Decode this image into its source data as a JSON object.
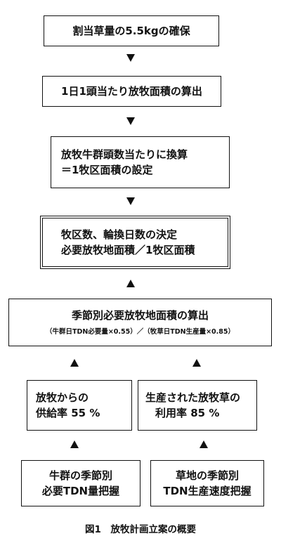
{
  "boxes": {
    "target_intake": {
      "line1": "割当草量の5.5kgの確保"
    },
    "daily_area": {
      "line1": "1日1頭当たり放牧面積の算出"
    },
    "paddock_area": {
      "line1": "放牧牛群頭数当たりに換算",
      "line2": "＝1牧区面積の設定"
    },
    "decision": {
      "line1": "牧区数、輪換日数の決定",
      "line2": "必要放牧地面積／1牧区面積"
    },
    "seasonal_area": {
      "line1": "季節別必要放牧地面積の算出",
      "formula": "（牛群日TDN必要量×0.55）／（牧草日TDN生産量×0.85）"
    },
    "supply_rate": {
      "line1": "放牧からの",
      "line2": "供給率 55 %"
    },
    "utilization_rate": {
      "line1": "生産された放牧草の",
      "line2": "利用率 85 %"
    },
    "herd_tdn": {
      "line1": "牛群の季節別",
      "line2": "必要TDN量把握"
    },
    "land_tdn": {
      "line1": "草地の季節別",
      "line2": "TDN生産速度把握"
    }
  },
  "caption": "図1　放牧計画立案の概要"
}
